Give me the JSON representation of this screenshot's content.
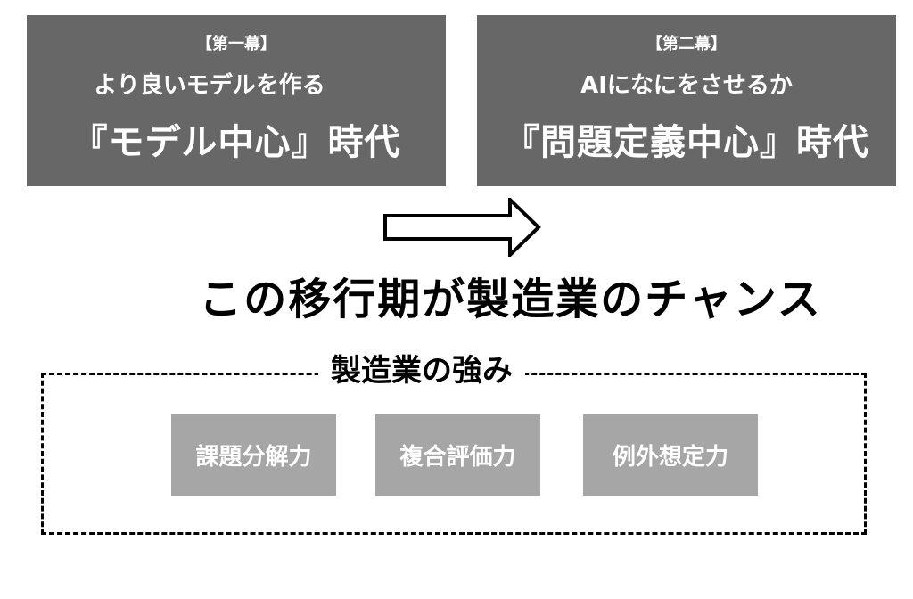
{
  "era1": {
    "label": "【第一幕】",
    "description": "より良いモデルを作る",
    "title": "『モデル中心』時代"
  },
  "era2": {
    "label": "【第二幕】",
    "description": "AIになにをさせるか",
    "title": "『問題定義中心』時代"
  },
  "headline": "この移行期が製造業のチャンス",
  "strengths": {
    "title": "製造業の強み",
    "items": [
      "課題分解力",
      "複合評価力",
      "例外想定力"
    ]
  },
  "colors": {
    "era_box": "#676767",
    "strength_box": "#a6a6a6",
    "text_dark": "#000000",
    "text_light": "#ffffff"
  },
  "icons": {
    "transition": "right-arrow-outline"
  }
}
